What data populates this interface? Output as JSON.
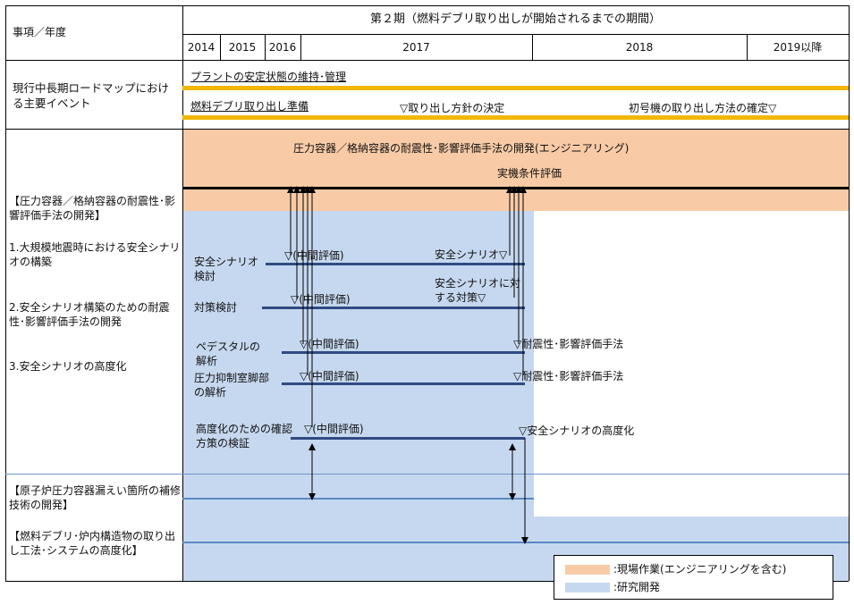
{
  "header": {
    "item_label": "事項／年度",
    "phase_title": "第２期（燃料デブリ取り出しが開始されるまでの期間）",
    "years": [
      "2014",
      "2015",
      "2016",
      "2017",
      "2018",
      "2019以降"
    ]
  },
  "roadmap": {
    "section_label": "現行中長期ロードマップにおける主要イベント",
    "event1": "プラントの安定状態の維持･管理",
    "event2": "燃料デブリ取り出し準備",
    "milestone1": "▽取り出し方針の決定",
    "milestone2": "初号機の取り出し方法の確定▽"
  },
  "engineering": {
    "title": "圧力容器／格納容器の耐震性･影響評価手法の開発(エンジニアリング)",
    "subtitle": "実機条件評価"
  },
  "left_labels": {
    "group1": "【圧力容器／格納容器の耐震性･影響評価手法の開発】",
    "item1": "1.大規模地震時における安全シナリオの構築",
    "item2": "2.安全シナリオ構築のための耐震性･影響評価手法の開発",
    "item3": "3.安全シナリオの高度化",
    "group2": "【原子炉圧力容器漏えい箇所の補修技術の開発】",
    "group3": "【燃料デブリ･炉内構造物の取り出し工法･システムの高度化】"
  },
  "tasks": [
    {
      "label": "安全シナリオ検討",
      "mid": "▽(中間評価)",
      "end": "安全シナリオ▽"
    },
    {
      "label": "対策検討",
      "mid": "▽(中間評価)",
      "end": "安全シナリオに対する対策▽"
    },
    {
      "label": "ペデスタルの解析",
      "mid": "▽(中間評価)",
      "end": "▽耐震性･影響評価手法"
    },
    {
      "label": "圧力抑制室脚部の解析",
      "mid": "▽(中間評価)",
      "end": "▽耐震性･影響評価手法"
    },
    {
      "label": "高度化のための確認方策の検証",
      "mid": "▽(中間評価)",
      "end": "▽安全シナリオの高度化"
    }
  ],
  "legend": {
    "orange_label": ":現場作業(エンジニアリングを含む)",
    "blue_label": ":研究開発",
    "orange_color": "#f8cba6",
    "blue_color": "#c6d8ef"
  }
}
